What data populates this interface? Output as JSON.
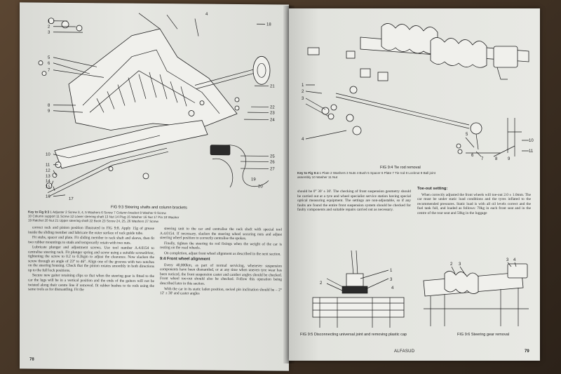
{
  "left_page": {
    "figure": {
      "callouts_left": [
        "1",
        "2",
        "3",
        "4",
        "5",
        "6",
        "7",
        "8",
        "9",
        "10",
        "11",
        "12",
        "13",
        "14",
        "15",
        "16",
        "17"
      ],
      "callouts_right": [
        "18",
        "19",
        "20",
        "21",
        "22",
        "23",
        "24",
        "25",
        "26",
        "27"
      ],
      "caption_title": "FIG 9:3 Steering shafts and column brackets",
      "key_label": "Key to Fig 9:3",
      "key_lines": [
        "1 Adjuster   2 Screw   3, 4, 5 Washers   6 Screw   7 Column bracket   8 Washer   9 Screw",
        "10 Column support   11 Screw   12 Lower steering shaft   13 Nut   14 Plug   15 Washer   16 Nut   17 Pin   18 Washer",
        "19 Ratchet   20 Nut   21 Upper steering shaft   22 Bush   23 Screw   24, 25, 26 Washers   27 Screw"
      ]
    },
    "col1": [
      "correct rack and pinion position illustrated in FIG 9:8. Apply 15g of grease inside the sliding member and lubricate the outer surface of rack guide tube.",
      "Fit stubs, spacer and plate. Fit sliding member to rack shaft and sleeve, then fit two rubber mountings to studs and temporarily retain with two nuts.",
      "Lubricate plunger and adjustment screws. Use tool number A.4.0154 to centralise steering rack. Fit plunger spring and screw using a suitable screwdriver, tightening the screw to 0.2 to 0.3kgm to adjust the clearance. Now slacken the screw through an angle of 23° to 46°. Align one of the grooves with two notches on the steering housing. Check that the pinion rotates smoothly in both directions up to the full lock positions.",
      "Secure new gaiter retaining clips so that when the steering gear is fitted to the car the lugs will be in a vertical position and the ends of the gaiters will not be twisted along their centre line if removed. fit rubber bushes to tie rods using the same tools as for dismantling. Fit the"
    ],
    "col2_a": [
      "steering unit to the car and centralise the rack shaft with special tool A.4.0154. If necessary, slacken the steering wheel securing nuts and adjust steering wheel position to correctly centralise the spokes.",
      "Finally, tighten the steering tie rod fixings when the weight of the car is resting on the road wheels.",
      "On completion, adjust front wheel alignment as described in the next section."
    ],
    "col2_heading": "9:4 Front wheel alignment",
    "col2_b": [
      "Every 40,000km, as part of normal servicing, whenever suspension components have been dismantled, or at any time when uneven tyre wear has been noticed, the front suspension caster and camber angles should be checked. Front wheel toe-out should also be checked. Follow this operation being described later in this section.",
      "With the car in its static laden position, swivel pin inclination should be – 2° 12' ± 30' and caster angles"
    ],
    "page_number": "78"
  },
  "right_page": {
    "figure_top": {
      "callouts": [
        "1",
        "2",
        "3",
        "4",
        "5",
        "6",
        "7",
        "8",
        "9",
        "10",
        "11"
      ],
      "caption_title": "FIG 9:4 Tie rod removal",
      "key_label": "Key to Fig 9:4",
      "key_lines": [
        "1 Plate   2 Washers   3 Nuts   4 Bush   5 Spacer   6 Plate   7 Tie rod   8 Locknut   9 Ball joint",
        "assembly   10 Washer   11 Nut"
      ]
    },
    "col1": [
      "should be 0° 30' ± 30'. The checking of front suspension geometry should be carried out at a tyre and wheel specialist service station having special optical measuring equipment. The settings are non-adjustable, so if any faults are found the entire front suspension system should be checked for faulty components and suitable repairs carried out as necessary."
    ],
    "col2_heading": "Toe-out setting:",
    "col2": [
      "When correctly adjusted the front wheels will toe-out 2.0 ± 1.0mm. The car must be under static load conditions and the tyres inflated to the recommended pressures. Static load is with all oil levels correct and the fuel tank full, and loaded as follows: 70kg in each front seat and in the centre of the rear seat and 50kg in the luggage"
    ],
    "fig5": {
      "callouts": [
        "1",
        "2",
        "3",
        "4"
      ],
      "caption_title": "FIG 9:5 Disconnecting universal joint and removing plastic cap"
    },
    "fig6": {
      "callouts": [
        "2",
        "3",
        "3",
        "4"
      ],
      "caption_title": "FIG 9:6 Steering gear removal"
    },
    "running_title": "ALFASUD",
    "page_number": "79"
  }
}
